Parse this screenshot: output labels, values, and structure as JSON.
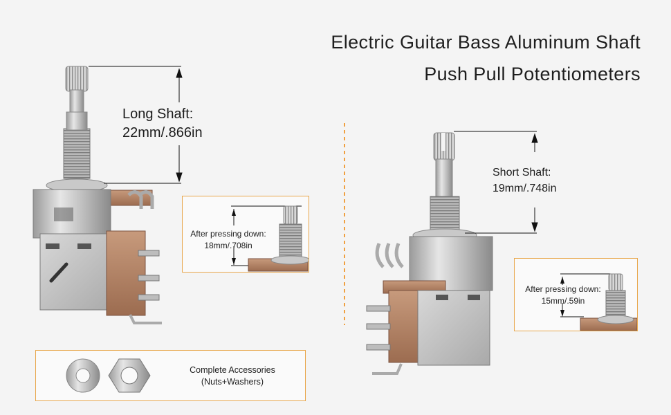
{
  "title": {
    "line1": "Electric Guitar Bass Aluminum Shaft",
    "line2": "Push Pull Potentiometers"
  },
  "long_shaft": {
    "line1": "Long Shaft:",
    "line2": "22mm/.866in",
    "after_line1": "After pressing down:",
    "after_line2": "18mm/.708in"
  },
  "short_shaft": {
    "line1": "Short Shaft:",
    "line2": "19mm/.748in",
    "after_line1": "After pressing down:",
    "after_line2": "15mm/.59in"
  },
  "accessories": {
    "line1": "Complete Accessories",
    "line2": "(Nuts+Washers)"
  },
  "colors": {
    "frame": "#e8a64a",
    "divider": "#f0a040",
    "metal": "#c8c8c8",
    "board": "#b8866a"
  }
}
